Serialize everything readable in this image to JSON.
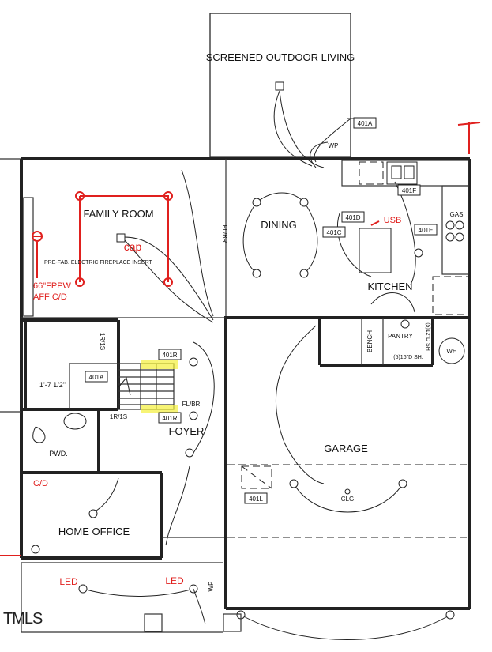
{
  "rooms": {
    "screened_outdoor_living": "SCREENED OUTDOOR LIVING",
    "family_room": "FAMILY ROOM",
    "dining": "DINING",
    "kitchen": "KITCHEN",
    "foyer": "FOYER",
    "garage": "GARAGE",
    "home_office": "HOME OFFICE",
    "pwd": "PWD.",
    "pantry": "PANTRY",
    "bench": "BENCH",
    "wh": "WH"
  },
  "notes": {
    "fireplace": "PRE-FAB. ELECTRIC FIREPLACE INSERT",
    "fl_br_1": "FL/BR",
    "fl_br_2": "FL/BR",
    "shelf_1": "1R/1S",
    "shelf_2": "1R/1S",
    "pantry_shelf": "(5)16\"D SH.",
    "closet_shelf": "(5)12\"D SH",
    "dimension": "1'-7 1/2\"",
    "wp_1": "WP",
    "wp_2": "WP",
    "gas": "GAS",
    "clg": "CLG"
  },
  "tags": {
    "t401a_top": "401A",
    "t401a_stair": "401A",
    "t401f": "401F",
    "t401d": "401D",
    "t401c": "401C",
    "t401e": "401E",
    "t401r_1": "401R",
    "t401r_2": "401R",
    "t401l": "401L"
  },
  "annotations": {
    "cap": "cap",
    "usb": "USB",
    "fppw_line1": "66\"FPPW",
    "fppw_line2": "AFF C/D",
    "cd": "C/D",
    "led_1": "LED",
    "led_2": "LED"
  },
  "watermark": "TMLS",
  "colors": {
    "markup_red": "#e0201e",
    "highlight_yellow": "#f3f03a"
  }
}
